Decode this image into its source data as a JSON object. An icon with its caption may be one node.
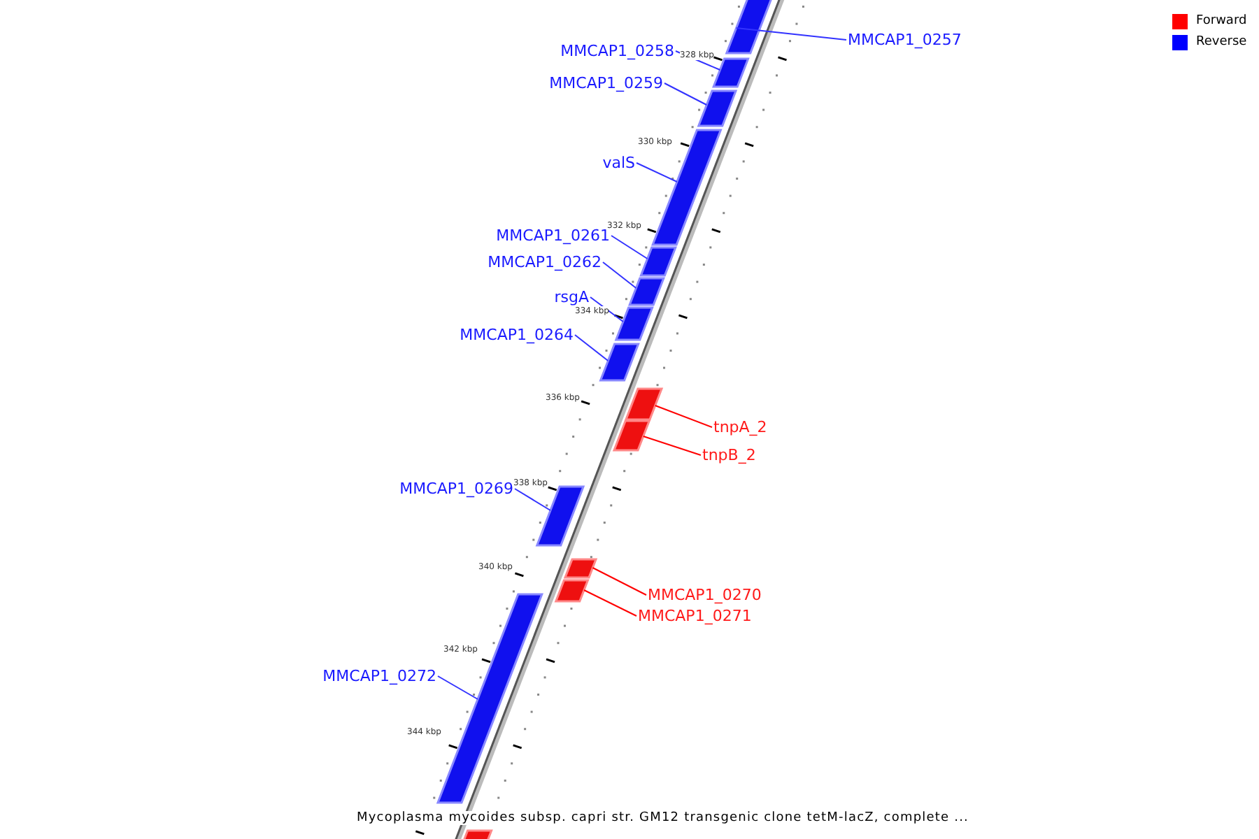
{
  "diagram": {
    "caption": "Mycoplasma mycoides subsp. capri str. GM12 transgenic clone tetM-lacZ, complete ...",
    "nodes": [
      {
        "text": [
          "MMCAP1_0257"
        ]
      },
      {
        "text": [
          "MMCAP1_0258"
        ]
      },
      {
        "text": [
          "MMCAP1_0259"
        ]
      },
      {
        "text": [
          "valS"
        ]
      },
      {
        "text": [
          "MMCAP1_0261"
        ]
      },
      {
        "text": [
          "MMCAP1_0262"
        ]
      },
      {
        "text": [
          "rsgA"
        ]
      },
      {
        "text": [
          "MMCAP1_0264"
        ]
      },
      {
        "text": [
          "tnpA_2"
        ]
      },
      {
        "text": [
          "tnpB_2"
        ]
      },
      {
        "text": [
          "MMCAP1_0269"
        ]
      },
      {
        "text": [
          "MMCAP1_0270"
        ]
      },
      {
        "text": [
          "MMCAP1_0271"
        ]
      },
      {
        "text": [
          "MMCAP1_0272"
        ]
      },
      {
        "text": [],
        "shape": "bar"
      },
      {
        "text": [],
        "shape": "bar"
      },
      {
        "text": [],
        "shape": "bar"
      },
      {
        "text": [],
        "shape": "bar"
      },
      {
        "text": [],
        "shape": "bar"
      },
      {
        "text": [],
        "shape": "bar"
      },
      {
        "text": [],
        "shape": "bar"
      },
      {
        "text": [],
        "shape": "bar"
      },
      {
        "text": [],
        "shape": "bar"
      },
      {
        "text": [],
        "shape": "bar"
      },
      {
        "text": [],
        "shape": "bar"
      },
      {
        "text": [],
        "shape": "bar"
      },
      {
        "text": [],
        "shape": "bar"
      },
      {
        "text": [],
        "shape": "bar"
      },
      {
        "text": [],
        "shape": "bar"
      }
    ],
    "edges": [
      {
        "from": 0,
        "to": 14,
        "arrow": "none"
      },
      {
        "from": 1,
        "to": 15,
        "arrow": "none"
      },
      {
        "from": 2,
        "to": 16,
        "arrow": "none"
      },
      {
        "from": 3,
        "to": 17,
        "arrow": "none"
      },
      {
        "from": 4,
        "to": 18,
        "arrow": "none"
      },
      {
        "from": 5,
        "to": 19,
        "arrow": "none"
      },
      {
        "from": 6,
        "to": 20,
        "arrow": "none"
      },
      {
        "from": 7,
        "to": 21,
        "arrow": "none"
      },
      {
        "from": 8,
        "to": 22,
        "arrow": "none",
        "color": "#ff0000"
      },
      {
        "from": 9,
        "to": 23,
        "arrow": "none",
        "color": "#ff0000"
      },
      {
        "from": 10,
        "to": 24,
        "arrow": "none"
      },
      {
        "from": 11,
        "to": 25,
        "arrow": "none",
        "color": "#ff0000"
      },
      {
        "from": 12,
        "to": 26,
        "arrow": "none",
        "color": "#ff0000"
      },
      {
        "from": 13,
        "to": 27,
        "arrow": "none"
      }
    ],
    "labels": [
      "328 kbp",
      "330 kbp",
      "332 kbp",
      "334 kbp",
      "336 kbp",
      "338 kbp",
      "340 kbp",
      "342 kbp",
      "344 kbp"
    ],
    "legend": [
      {
        "text": "Forward",
        "color": "#ff0000"
      },
      {
        "text": "Reverse",
        "color": "#0000ff"
      }
    ]
  }
}
